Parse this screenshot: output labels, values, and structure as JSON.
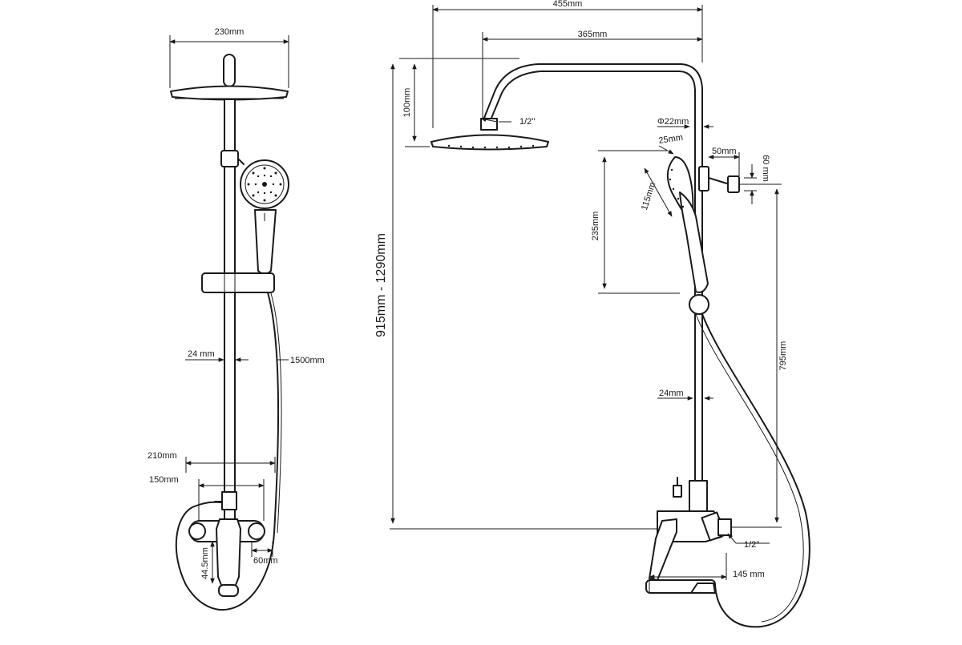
{
  "dimensions": {
    "front_head_width": "230mm",
    "front_rod_diameter": "24 mm",
    "front_hose_length": "1500mm",
    "front_hose_span": "210mm",
    "front_center_distance": "150mm",
    "front_handle_height": "44.5mm",
    "front_outlet_offset": "60mm",
    "side_total_reach": "455mm",
    "side_arm_reach": "365mm",
    "side_head_height": "100mm",
    "side_head_thread": "1/2''",
    "side_total_height": "915mm - 1290mm",
    "side_tube_diameter": "Φ22mm",
    "side_hand_head_depth": "25mm",
    "side_hand_head_size": "115mm",
    "side_holder_offset": "50mm",
    "side_holder_height": "60 mm",
    "side_handshower_length": "235mm",
    "side_holder_to_inlet": "795mm",
    "side_rod_diameter": "24mm",
    "side_inlet_thread": "1/2''",
    "side_mixer_projection": "145 mm"
  },
  "colors": {
    "line": "#1a1a1a",
    "background": "#ffffff"
  }
}
